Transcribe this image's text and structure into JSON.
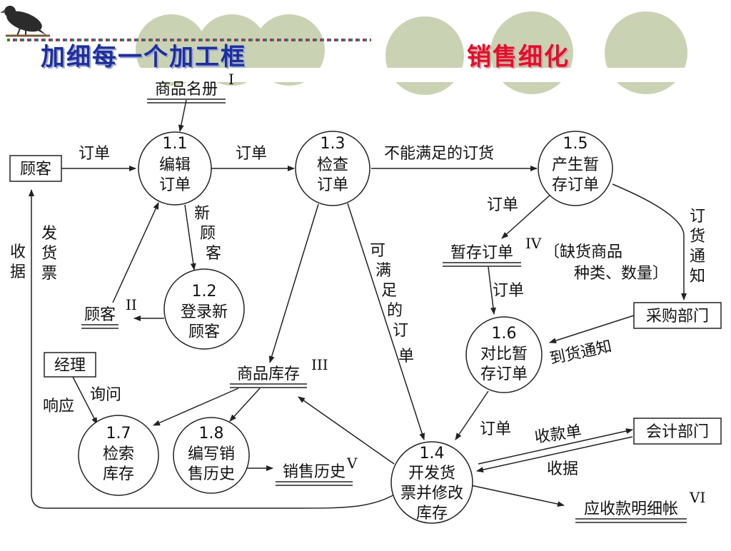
{
  "slide": {
    "title_left": "加细每一个加工框",
    "title_right": "销售细化"
  },
  "colors": {
    "title_left": "#1f2f9a",
    "title_right": "#e0102a",
    "deco_circle": "#c9d3b4",
    "deco_dot_green": "#3a8a2a",
    "deco_dot_blue": "#3a4ac8",
    "deco_dot_red": "#d8262a"
  },
  "decor": {
    "bird_icon": "crow-icon"
  },
  "processes": [
    {
      "id": "p1_1",
      "num": "1.1",
      "lines": [
        "编辑",
        "订单"
      ]
    },
    {
      "id": "p1_2",
      "num": "1.2",
      "lines": [
        "登录新",
        "顾客"
      ]
    },
    {
      "id": "p1_3",
      "num": "1.3",
      "lines": [
        "检查",
        "订单"
      ]
    },
    {
      "id": "p1_4",
      "num": "1.4",
      "lines": [
        "开发货",
        "票并修改",
        "库存"
      ]
    },
    {
      "id": "p1_5",
      "num": "1.5",
      "lines": [
        "产生暂",
        "存订单"
      ]
    },
    {
      "id": "p1_6",
      "num": "1.6",
      "lines": [
        "对比暂",
        "存订单"
      ]
    },
    {
      "id": "p1_7",
      "num": "1.7",
      "lines": [
        "检索",
        "库存"
      ]
    },
    {
      "id": "p1_8",
      "num": "1.8",
      "lines": [
        "编写销",
        "售历史"
      ]
    }
  ],
  "entities": [
    {
      "id": "customer",
      "label": "顾客"
    },
    {
      "id": "manager",
      "label": "经理"
    },
    {
      "id": "purchasing",
      "label": "采购部门"
    },
    {
      "id": "accounting",
      "label": "会计部门"
    }
  ],
  "stores": [
    {
      "id": "s1",
      "label": "商品名册",
      "roman": "I"
    },
    {
      "id": "s2",
      "label": "顾客",
      "roman": "II"
    },
    {
      "id": "s3",
      "label": "商品库存",
      "roman": "III"
    },
    {
      "id": "s4",
      "label": "暂存订单",
      "roman": "IV"
    },
    {
      "id": "s5",
      "label": "销售历史",
      "roman": "V"
    },
    {
      "id": "s6",
      "label": "应收款明细帐",
      "roman": "VI"
    }
  ],
  "flow_labels": {
    "order_in": "订单",
    "order_1_3": "订单",
    "unfilled": "不能满足的订货",
    "new_customer": [
      "新",
      "顾",
      "客"
    ],
    "fillable": [
      "可",
      "满",
      "足",
      "的",
      "订",
      "单"
    ],
    "order_to_s4": "订单",
    "order_s4_to_1_6": "订单",
    "shortage_note": [
      "〔缺货商品",
      "种类、数量〕"
    ],
    "purchase_notice": [
      "订",
      "货",
      "通",
      "知"
    ],
    "arrival_notice": "到货通知",
    "order_1_6_to_1_4": "订单",
    "receipt_note": "收款单",
    "receipt": "收据",
    "receipt_left": [
      "收",
      "据"
    ],
    "invoice_left": [
      "发",
      "货",
      "票"
    ],
    "inquiry": "询问",
    "response": "响应"
  }
}
